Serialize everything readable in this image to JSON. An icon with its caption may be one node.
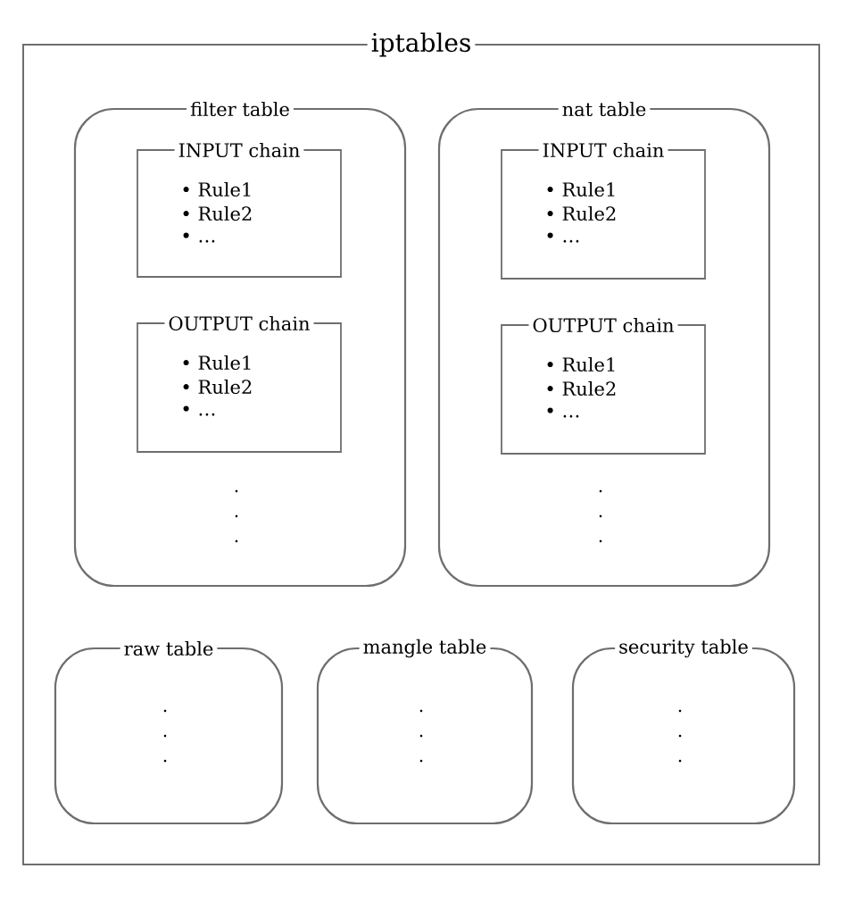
{
  "diagram": {
    "nodes": [
      {
        "text": [
          "iptables"
        ]
      },
      {
        "text": [
          "filter table",
          ".",
          ".",
          "."
        ],
        "in": 0
      },
      {
        "text": [
          "INPUT chain",
          "• Rule1",
          "• Rule2",
          "• …"
        ],
        "in": 1
      },
      {
        "text": [
          "OUTPUT chain",
          "• Rule1",
          "• Rule2",
          "• …"
        ],
        "in": 1
      },
      {
        "text": [
          "nat table",
          ".",
          ".",
          "."
        ],
        "in": 0
      },
      {
        "text": [
          "INPUT chain",
          "• Rule1",
          "• Rule2",
          "• …"
        ],
        "in": 4
      },
      {
        "text": [
          "OUTPUT chain",
          "• Rule1",
          "• Rule2",
          "• …"
        ],
        "in": 4
      },
      {
        "text": [
          "raw table",
          ".",
          ".",
          "."
        ],
        "in": 0
      },
      {
        "text": [
          "mangle table",
          ".",
          ".",
          "."
        ],
        "in": 0
      },
      {
        "text": [
          "security table",
          ".",
          ".",
          "."
        ],
        "in": 0
      }
    ],
    "edges": []
  }
}
